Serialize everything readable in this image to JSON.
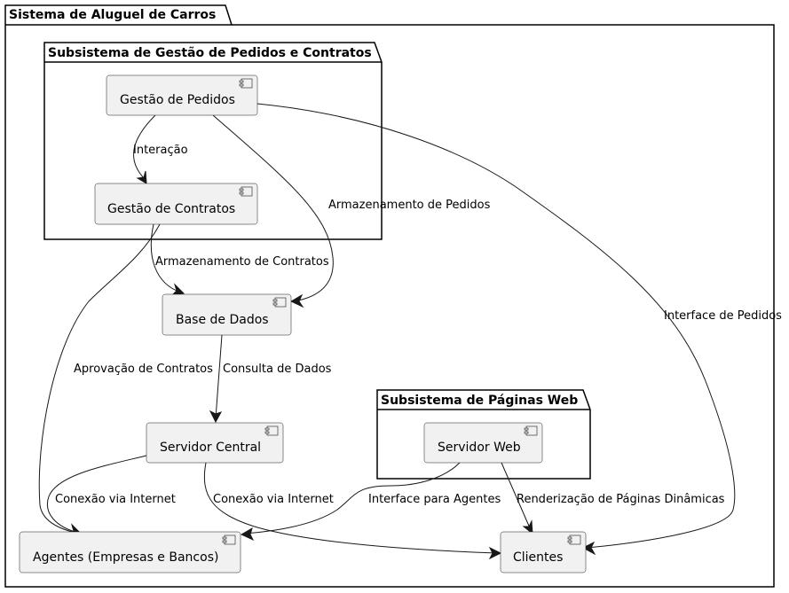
{
  "packages": {
    "system": "Sistema de Aluguel de Carros",
    "orders": "Subsistema de Gestão de Pedidos e Contratos",
    "web": "Subsistema de Páginas Web"
  },
  "components": {
    "gestao_pedidos": "Gestão de Pedidos",
    "gestao_contratos": "Gestão de Contratos",
    "base_dados": "Base de Dados",
    "servidor_central": "Servidor Central",
    "servidor_web": "Servidor Web",
    "agentes": "Agentes (Empresas e Bancos)",
    "clientes": "Clientes"
  },
  "edges": {
    "interacao": "Interação",
    "armazenamento_pedidos": "Armazenamento de Pedidos",
    "interface_pedidos": "Interface de Pedidos",
    "armazenamento_contratos": "Armazenamento de Contratos",
    "aprovacao_contratos": "Aprovação de Contratos",
    "consulta_dados": "Consulta de Dados",
    "conexao_internet_agentes": "Conexão via Internet",
    "conexao_internet_clientes": "Conexão via Internet",
    "interface_agentes": "Interface para Agentes",
    "renderizacao": "Renderização de Páginas Dinâmicas"
  }
}
